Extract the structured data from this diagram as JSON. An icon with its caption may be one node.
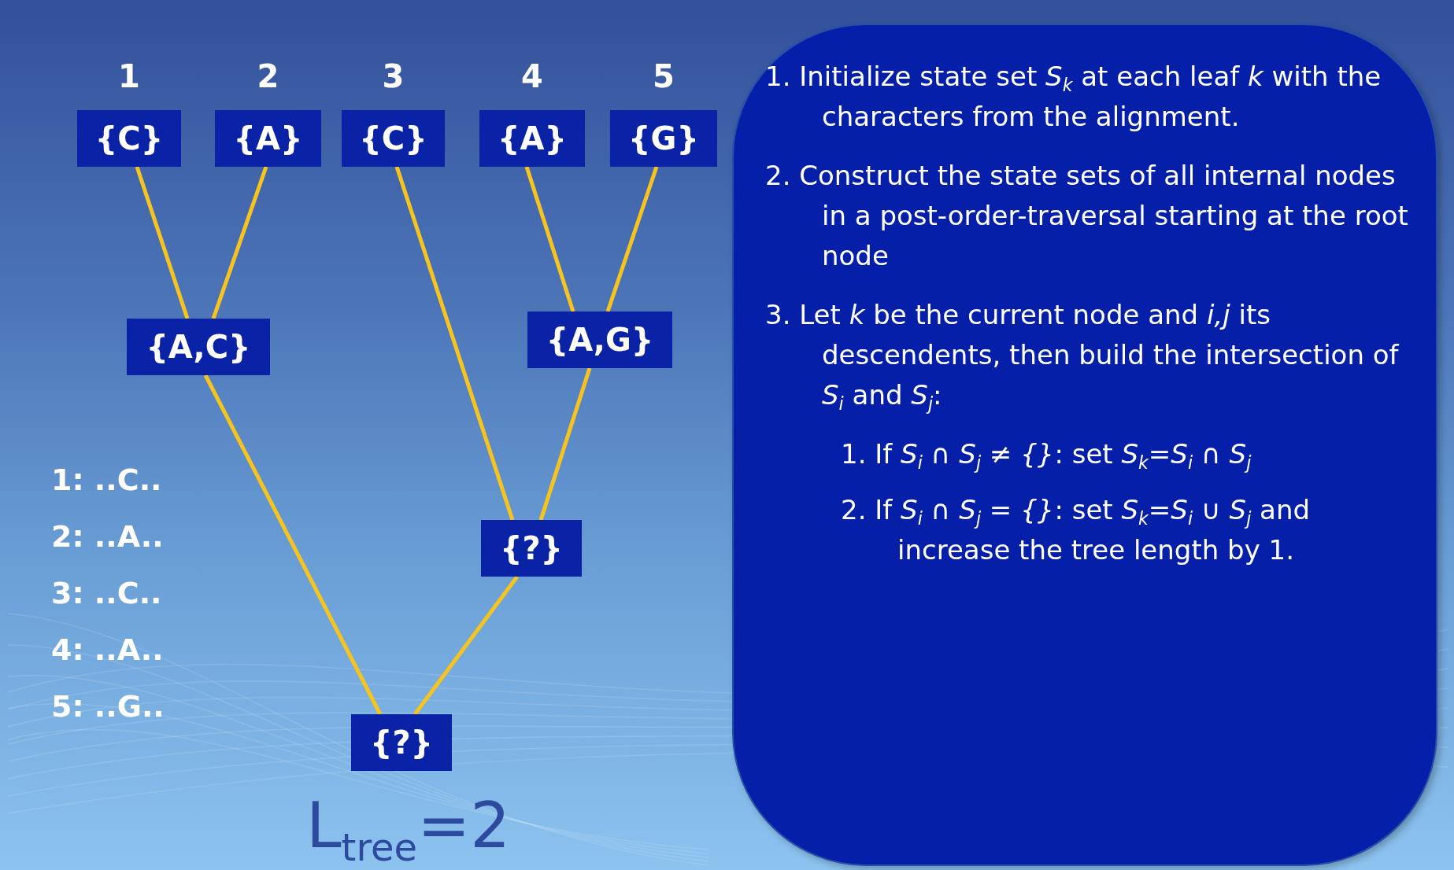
{
  "diagram": {
    "nodes": [
      {
        "text": [
          "{C}"
        ],
        "beside": [
          "1"
        ]
      },
      {
        "text": [
          "{A}"
        ],
        "beside": [
          "2"
        ]
      },
      {
        "text": [
          "{C}"
        ],
        "beside": [
          "3"
        ]
      },
      {
        "text": [
          "{A}"
        ],
        "beside": [
          "4"
        ]
      },
      {
        "text": [
          "{G}"
        ],
        "beside": [
          "5"
        ]
      },
      {
        "text": [
          "{A,C}"
        ]
      },
      {
        "text": [
          "{A,G}"
        ]
      },
      {
        "text": [
          "{?}"
        ]
      },
      {
        "text": [
          "{?}"
        ]
      },
      {
        "text": [
          "1. Initialize state set *S*$_{k}$ at each leaf *k* with the characters from the alignment.",
          "2. Construct the state sets of all internal nodes in a post-order-traversal starting at the root node",
          "3. Let *k* be the current node and *i,j* its descendents, then build the intersection of *S*$_{i}$ and *S*$_{j}$:",
          "1. If *S*$_{i}$ *∩ S*$_{j}$ *≠ {}*: set *S*$_{k}$=*S*$_{i}$ *∩ S*$_{j}$",
          "2. If *S*$_{i}$ *∩ S*$_{j}$ *= {}*: set *S*$_{k}$=*S*$_{i}$ *∪ S*$_{j}$ and increase the tree length by 1."
        ]
      }
    ],
    "edges": [
      {
        "from": 0,
        "to": 5,
        "arrow": "none"
      },
      {
        "from": 1,
        "to": 5,
        "arrow": "none"
      },
      {
        "from": 2,
        "to": 7,
        "arrow": "none"
      },
      {
        "from": 3,
        "to": 6,
        "arrow": "none"
      },
      {
        "from": 4,
        "to": 6,
        "arrow": "none"
      },
      {
        "from": 5,
        "to": 8,
        "arrow": "none"
      },
      {
        "from": 6,
        "to": 7,
        "arrow": "none"
      },
      {
        "from": 7,
        "to": 8,
        "arrow": "none"
      }
    ],
    "labels": [
      "1: ..C..",
      "2: ..A..",
      "3: ..C..",
      "4: ..A..",
      "5: ..G..",
      "L$_{tree}$=2"
    ]
  }
}
